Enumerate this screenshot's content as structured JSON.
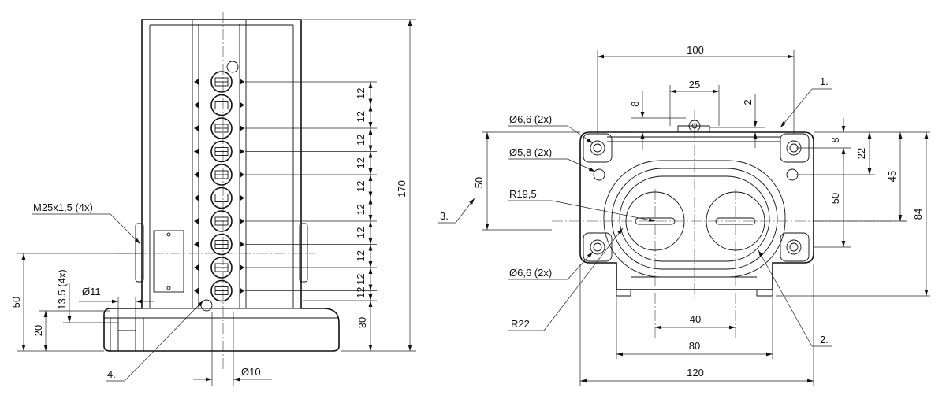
{
  "side_view": {
    "callout_thread": "M25x1,5 (4x)",
    "callout_hole_d": "Ø11",
    "callout_hole_h": "13,5 (4x)",
    "callout_pin": "Ø10",
    "dim_overall_h": "170",
    "dim_base_h": "30",
    "dim_left_50": "50",
    "dim_left_20": "20",
    "pitch_label": "12",
    "pitch_count": 10,
    "marker_4": "4."
  },
  "front_view": {
    "dim_width_100": "100",
    "dim_25": "25",
    "dim_8_top": "8",
    "dim_2_top": "2",
    "dim_hole_66_top": "Ø6,6 (2x)",
    "dim_hole_58": "Ø5,8 (2x)",
    "dim_r195": "R19,5",
    "dim_50_left": "50",
    "dim_hole_66_bot": "Ø6,6 (2x)",
    "dim_r22": "R22",
    "dim_40": "40",
    "dim_80": "80",
    "dim_120": "120",
    "dim_8_right": "8",
    "dim_22": "22",
    "dim_45": "45",
    "dim_50_right": "50",
    "dim_84": "84",
    "marker_1": "1.",
    "marker_2": "2.",
    "marker_3": "3."
  }
}
